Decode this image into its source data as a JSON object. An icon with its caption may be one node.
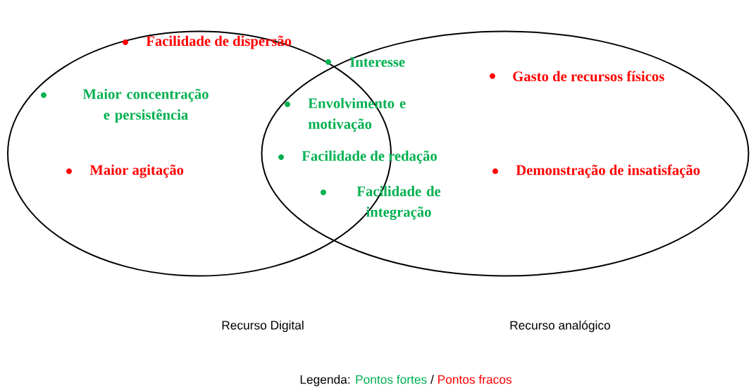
{
  "diagram": {
    "nodes": [
      {
        "text": [
          "Recurso Digital"
        ]
      },
      {
        "text": [
          "Recurso analógico"
        ]
      }
    ],
    "labels": [
      "Facilidade de dispersão",
      "Interesse",
      "Gasto de recursos físicos",
      "Maior concentração e persistência",
      "Envolvimento e motivação",
      "Facilidade de redação",
      "Maior agitação",
      "Demonstração de insatisfação",
      "Facilidade de integração",
      "Legenda:",
      "/"
    ],
    "legend": [
      {
        "text": "Pontos fortes",
        "color": "#00b050"
      },
      {
        "text": "Pontos fracos",
        "color": "#ff0000"
      }
    ]
  }
}
